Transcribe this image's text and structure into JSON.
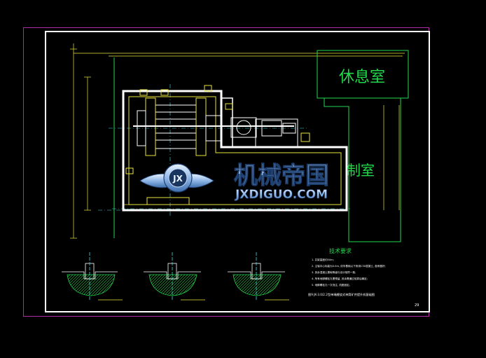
{
  "rooms": {
    "rest_room": "休息室",
    "control_room": "制室"
  },
  "watermark": {
    "cn_text": "机械帝国",
    "en_text": "JXDIGUO.COM",
    "badge_letters": "JX"
  },
  "tech_requirements": {
    "title": "技术要求",
    "notes": [
      "1. 井架高度约50m;",
      "2. 主轴中心标高为0.0m, 绞车基础以下采用C30混凝土, 各侧做好;",
      "3. 其余混凝土基础等级与设计相符一致;",
      "4. 所有地脚螺栓孔需预留, 其余需通过验算后确定;",
      "5. 地脚螺栓孔一次浇注, 机座固定。"
    ]
  },
  "drawing_title": "图9  JK-3.0/2.2型单绳缠绕式单筒矿井提升机基础图",
  "page_number": "29",
  "colors": {
    "background": "#000000",
    "cad_green": "#22d84a",
    "cad_white": "#ffffff",
    "cad_yellow": "#e8e43a",
    "cad_cyan": "#40d8e0",
    "frame_magenta": "#b02aa8"
  }
}
